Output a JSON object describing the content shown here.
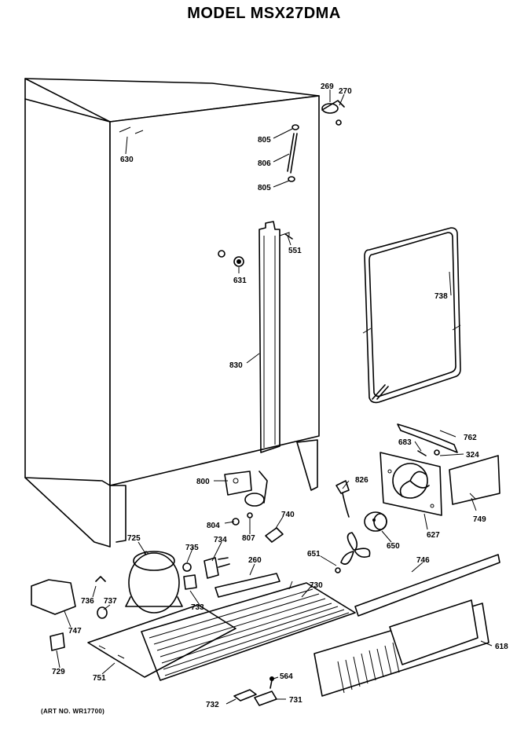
{
  "title": "MODEL MSX27DMA",
  "art_note": "(ART NO. WR17700)",
  "part_labels": {
    "p269": "269",
    "p270": "270",
    "p805a": "805",
    "p806": "806",
    "p805b": "805",
    "p630": "630",
    "p551": "551",
    "p631": "631",
    "p738": "738",
    "p830": "830",
    "p762": "762",
    "p683": "683",
    "p324": "324",
    "p800": "800",
    "p826": "826",
    "p749": "749",
    "p804": "804",
    "p807": "807",
    "p740": "740",
    "p627": "627",
    "p650": "650",
    "p725": "725",
    "p735": "735",
    "p734": "734",
    "p260": "260",
    "p651": "651",
    "p730": "730",
    "p746": "746",
    "p736": "736",
    "p737": "737",
    "p733": "733",
    "p747": "747",
    "p618": "618",
    "p729": "729",
    "p751": "751",
    "p564": "564",
    "p732": "732",
    "p731": "731"
  }
}
